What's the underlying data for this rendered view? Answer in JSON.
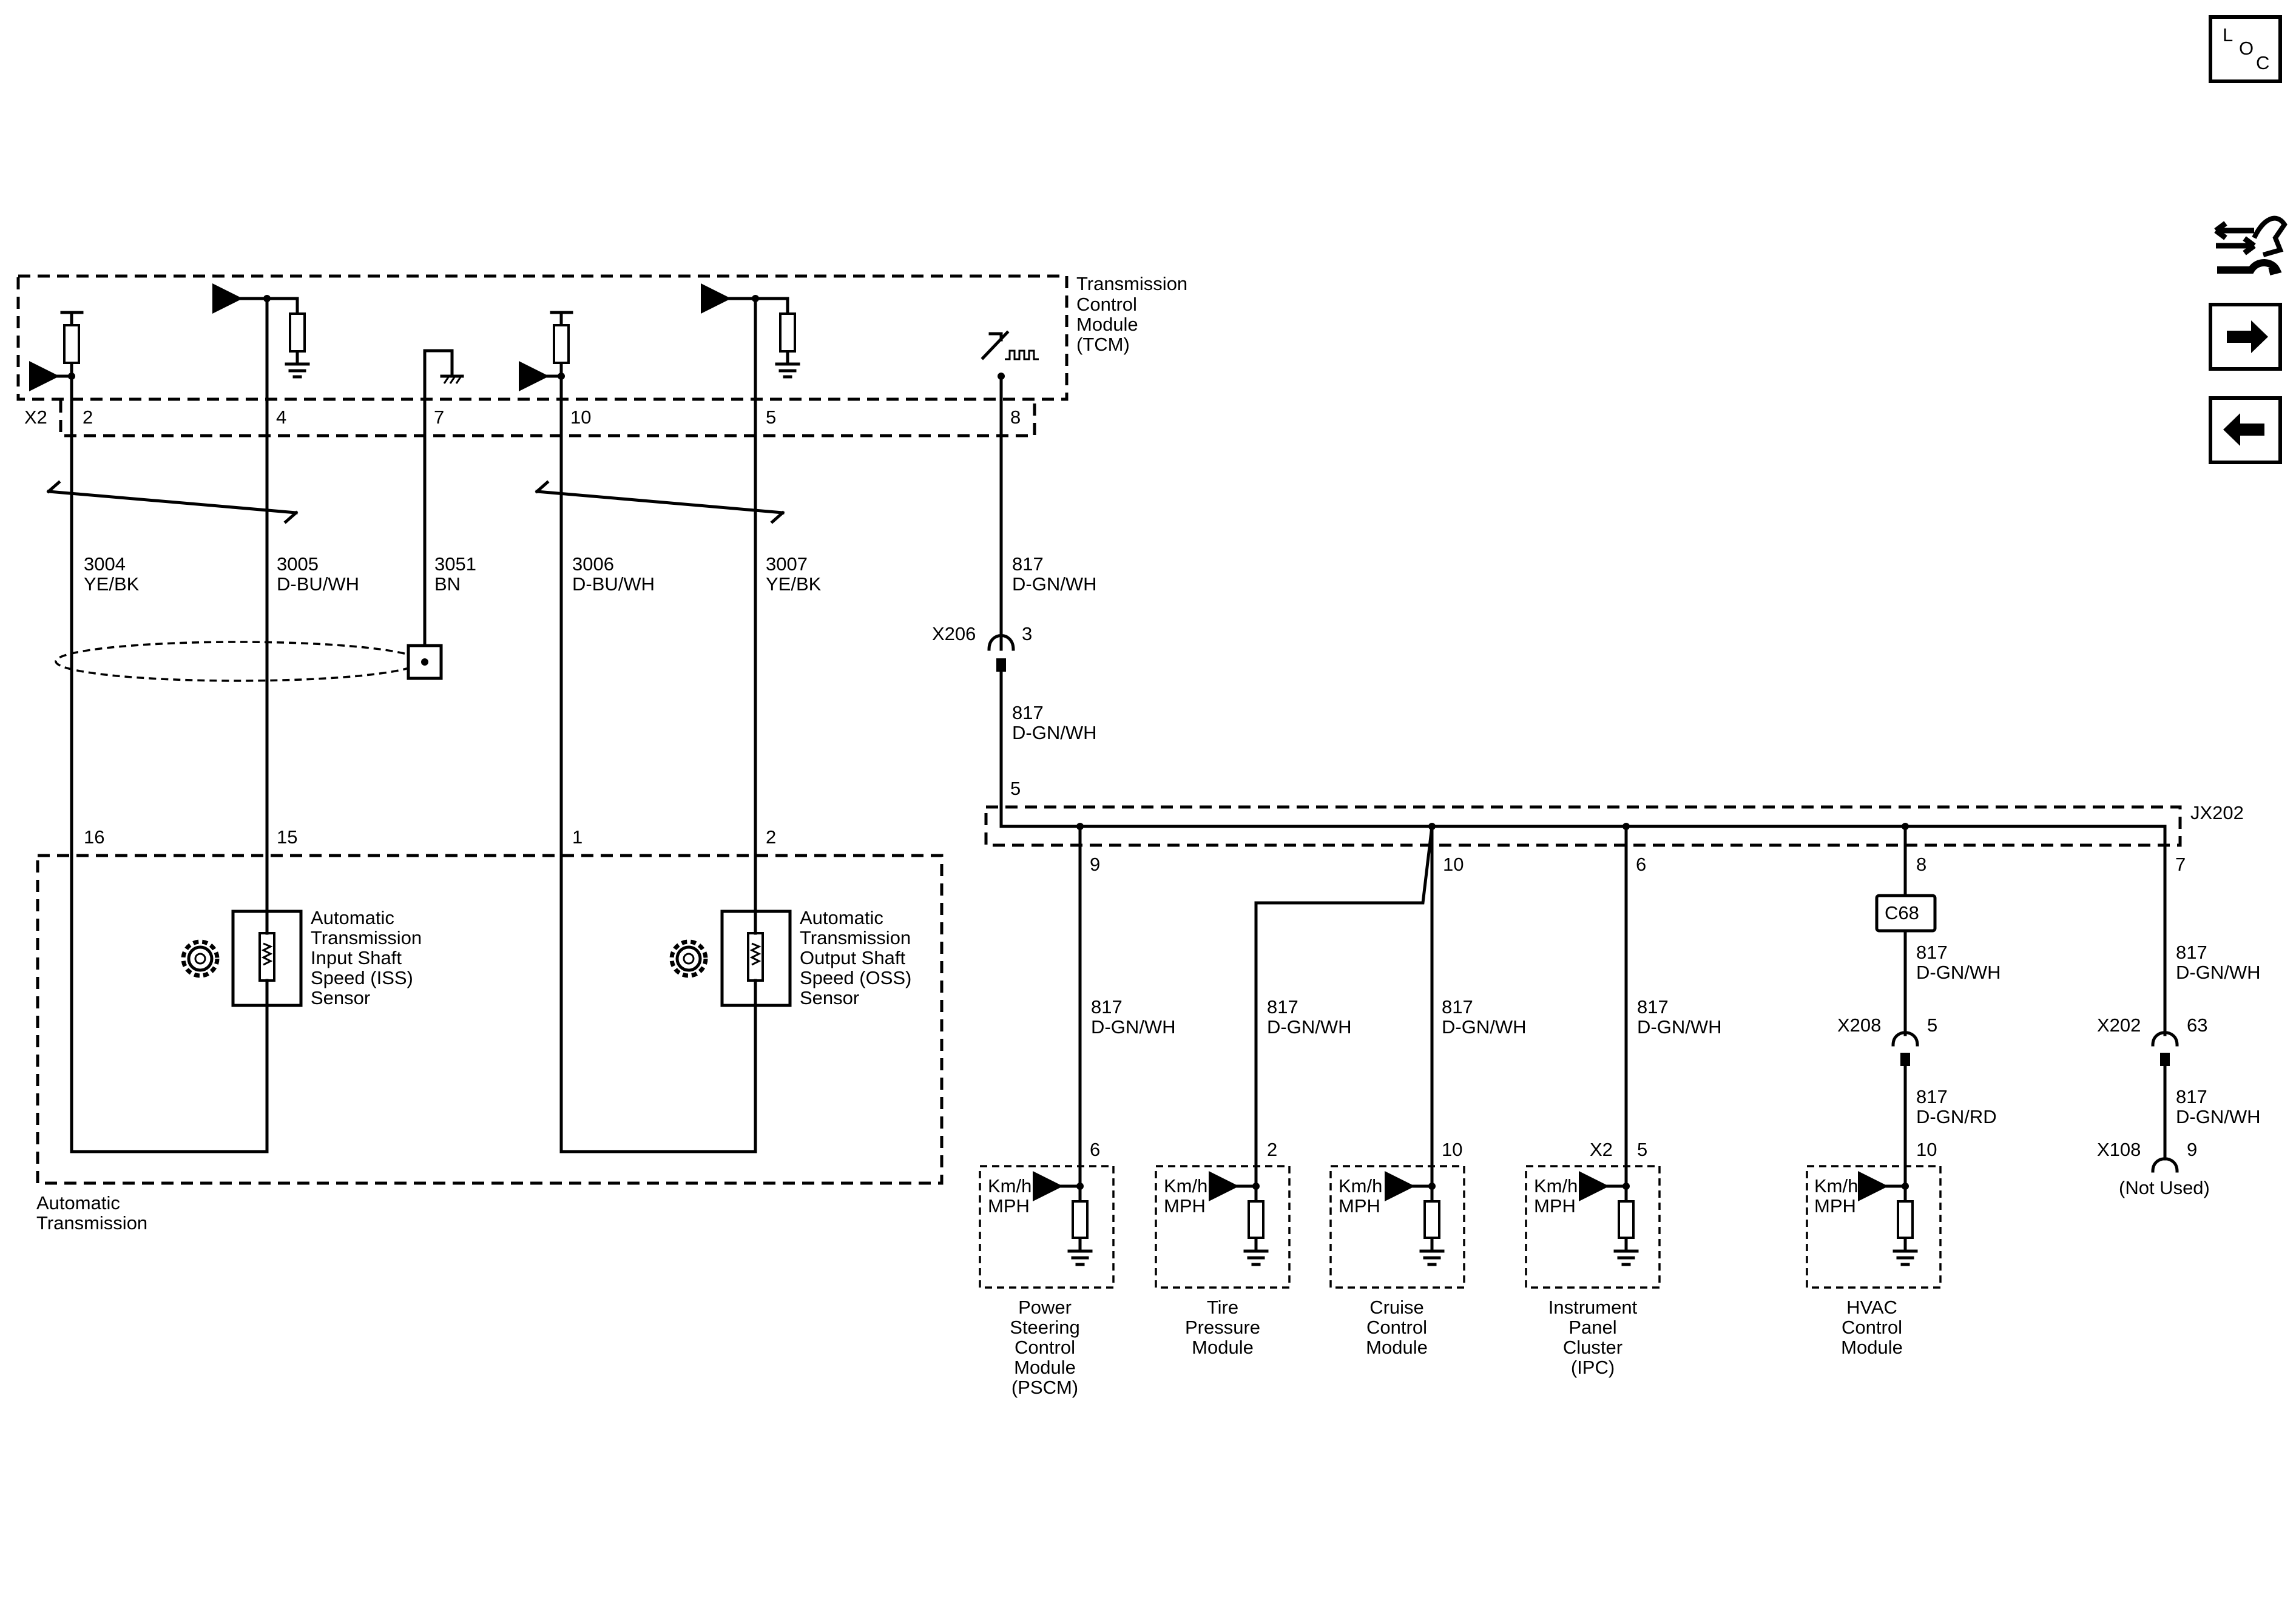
{
  "nav": {
    "loc_letters": [
      "L",
      "O",
      "C"
    ]
  },
  "tcm": {
    "name_lines": [
      "Transmission",
      "Control",
      "Module",
      "(TCM)"
    ],
    "connector": "X2",
    "pins": [
      "2",
      "4",
      "7",
      "10",
      "5",
      "8"
    ]
  },
  "wires_upper": [
    {
      "circuit": "3004",
      "color": "YE/BK"
    },
    {
      "circuit": "3005",
      "color": "D-BU/WH"
    },
    {
      "circuit": "3051",
      "color": "BN"
    },
    {
      "circuit": "3006",
      "color": "D-BU/WH"
    },
    {
      "circuit": "3007",
      "color": "YE/BK"
    },
    {
      "circuit": "817",
      "color": "D-GN/WH"
    }
  ],
  "x206": {
    "connector": "X206",
    "pin": "3",
    "circuit": "817",
    "color": "D-GN/WH"
  },
  "transmission": {
    "name_lines": [
      "Automatic",
      "Transmission"
    ],
    "pins": [
      "16",
      "15",
      "1",
      "2"
    ],
    "iss_lines": [
      "Automatic",
      "Transmission",
      "Input Shaft",
      "Speed (ISS)",
      "Sensor"
    ],
    "oss_lines": [
      "Automatic",
      "Transmission",
      "Output Shaft",
      "Speed (OSS)",
      "Sensor"
    ]
  },
  "splice": {
    "name": "JX202",
    "in_pin": "5",
    "out_pins": [
      "9",
      "10",
      "6",
      "8",
      "7"
    ]
  },
  "branch_wires": [
    {
      "circuit": "817",
      "color": "D-GN/WH"
    },
    {
      "circuit": "817",
      "color": "D-GN/WH"
    },
    {
      "circuit": "817",
      "color": "D-GN/WH"
    },
    {
      "circuit": "817",
      "color": "D-GN/WH"
    },
    {
      "circuit": "817",
      "color": "D-GN/WH"
    },
    {
      "circuit": "817",
      "color": "D-GN/WH"
    }
  ],
  "c68": {
    "label": "C68",
    "wire_circuit": "817",
    "wire_color": "D-GN/WH",
    "x208": "X208",
    "x208_pin": "5",
    "lower_circuit": "817",
    "lower_color": "D-GN/RD"
  },
  "x202": {
    "connector": "X202",
    "pin": "63",
    "lower_circuit": "817",
    "lower_color": "D-GN/WH",
    "x108": "X108",
    "x108_pin": "9",
    "not_used": "(Not Used)"
  },
  "modules": [
    {
      "pin": "6",
      "unit1": "Km/h",
      "unit2": "MPH",
      "name_lines": [
        "Power",
        "Steering",
        "Control",
        "Module",
        "(PSCM)"
      ]
    },
    {
      "pin": "2",
      "unit1": "Km/h",
      "unit2": "MPH",
      "name_lines": [
        "Tire",
        "Pressure",
        "Module"
      ]
    },
    {
      "pin": "10",
      "unit1": "Km/h",
      "unit2": "MPH",
      "name_lines": [
        "Cruise",
        "Control",
        "Module"
      ]
    },
    {
      "pin": "5",
      "prefix": "X2",
      "unit1": "Km/h",
      "unit2": "MPH",
      "name_lines": [
        "Instrument",
        "Panel",
        "Cluster",
        "(IPC)"
      ]
    },
    {
      "pin": "10",
      "unit1": "Km/h",
      "unit2": "MPH",
      "name_lines": [
        "HVAC",
        "Control",
        "Module"
      ]
    }
  ]
}
